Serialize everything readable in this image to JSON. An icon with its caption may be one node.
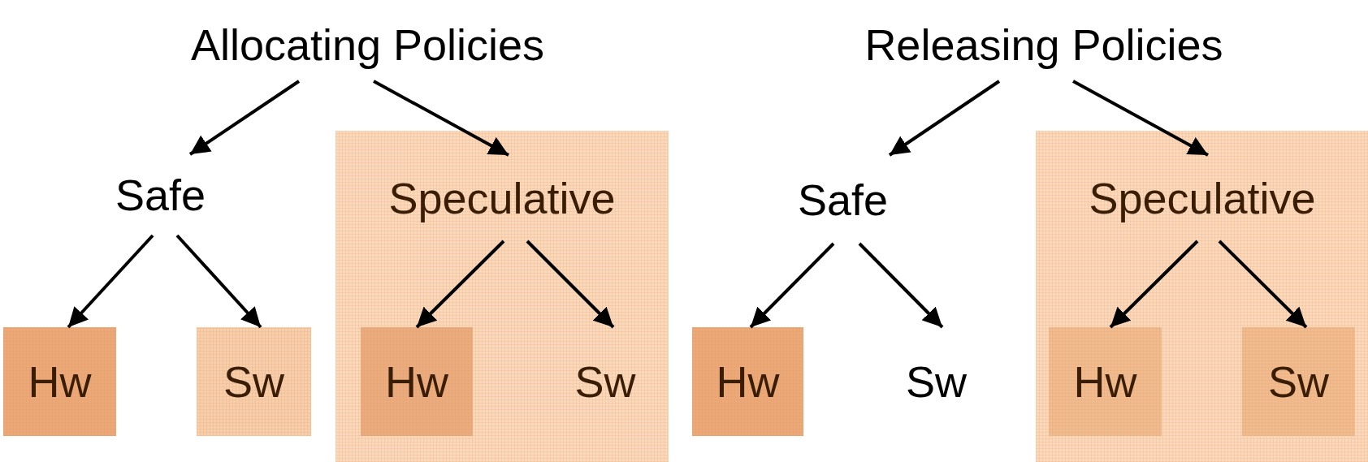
{
  "diagram": {
    "nodes": [
      {
        "text": [
          "Allocating Policies"
        ]
      },
      {
        "text": [
          "Safe"
        ]
      },
      {
        "text": [],
        "shape": "box"
      },
      {
        "text": [
          "Speculative"
        ],
        "in": 2
      },
      {
        "text": [
          "Hw"
        ]
      },
      {
        "text": [
          "Sw"
        ]
      },
      {
        "text": [
          "Hw"
        ],
        "in": 2
      },
      {
        "text": [
          "Sw"
        ],
        "in": 2
      },
      {
        "text": [
          "Releasing Policies"
        ]
      },
      {
        "text": [
          "Safe"
        ]
      },
      {
        "text": [],
        "shape": "box"
      },
      {
        "text": [
          "Speculative"
        ],
        "in": 10
      },
      {
        "text": [
          "Hw"
        ]
      },
      {
        "text": [
          "Sw"
        ]
      },
      {
        "text": [
          "Hw"
        ],
        "in": 10
      },
      {
        "text": [
          "Sw"
        ],
        "in": 10
      }
    ],
    "edges": [
      {
        "from": 0,
        "to": 1,
        "arrow": "to"
      },
      {
        "from": 0,
        "to": 3,
        "arrow": "to"
      },
      {
        "from": 1,
        "to": 4,
        "arrow": "to"
      },
      {
        "from": 1,
        "to": 5,
        "arrow": "to"
      },
      {
        "from": 3,
        "to": 6,
        "arrow": "to"
      },
      {
        "from": 3,
        "to": 7,
        "arrow": "to"
      },
      {
        "from": 8,
        "to": 9,
        "arrow": "to"
      },
      {
        "from": 8,
        "to": 11,
        "arrow": "to"
      },
      {
        "from": 9,
        "to": 12,
        "arrow": "to"
      },
      {
        "from": 9,
        "to": 13,
        "arrow": "to"
      },
      {
        "from": 11,
        "to": 14,
        "arrow": "to"
      },
      {
        "from": 11,
        "to": 15,
        "arrow": "to"
      }
    ]
  }
}
